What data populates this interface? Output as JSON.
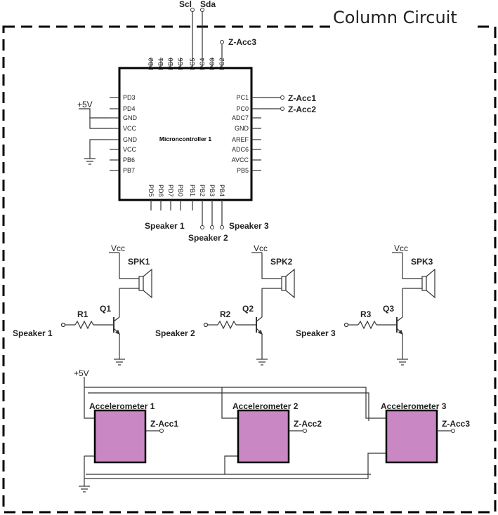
{
  "title": "Column Circuit",
  "mcu": {
    "name": "Microncontroller 1",
    "top_pins": [
      "PD2",
      "PD1",
      "PD0",
      "PC6",
      "PC5",
      "PC4",
      "PC3",
      "PC2"
    ],
    "bottom_pins": [
      "PD5",
      "PD6",
      "PD7",
      "PB0",
      "PB1",
      "PB2",
      "PB3",
      "PB4"
    ],
    "left_pins": [
      "PD3",
      "PD4",
      "GND",
      "VCC",
      "GND",
      "VCC",
      "PB6",
      "PB7"
    ],
    "right_pins": [
      "PC1",
      "PC0",
      "ADC7",
      "GND",
      "AREF",
      "ADC6",
      "AVCC",
      "PB5"
    ]
  },
  "labels": {
    "scl": "Scl",
    "sda": "Sda",
    "z_acc3_top": "Z-Acc3",
    "z_acc1_right": "Z-Acc1",
    "z_acc2_right": "Z-Acc2",
    "plus5v_mcu": "+5V",
    "spk_out_1": "Speaker 1",
    "spk_out_2": "Speaker 2",
    "spk_out_3": "Speaker 3"
  },
  "drivers": [
    {
      "vcc": "Vcc",
      "spk": "SPK1",
      "res": "R1",
      "trans": "Q1",
      "input": "Speaker 1"
    },
    {
      "vcc": "Vcc",
      "spk": "SPK2",
      "res": "R2",
      "trans": "Q2",
      "input": "Speaker 2"
    },
    {
      "vcc": "Vcc",
      "spk": "SPK3",
      "res": "R3",
      "trans": "Q3",
      "input": "Speaker 3"
    }
  ],
  "supply_label": "+5V",
  "accelerometers": [
    {
      "name": "Accelerometer 1",
      "out": "Z-Acc1"
    },
    {
      "name": "Accelerometer 2",
      "out": "Z-Acc2"
    },
    {
      "name": "Accelerometer 3",
      "out": "Z-Acc3"
    }
  ],
  "colors": {
    "wire": "#333333",
    "frame": "#000000",
    "accelerometer_fill": "#c987c3"
  }
}
